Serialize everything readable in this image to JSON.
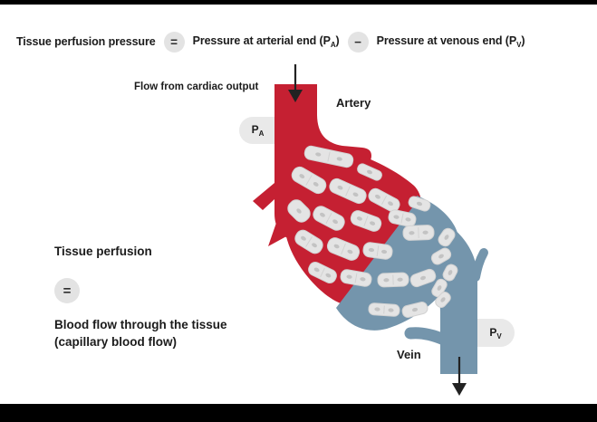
{
  "colors": {
    "artery": "#C52032",
    "vein": "#7495AC",
    "cell_fill": "#E4E4E4",
    "cell_stroke": "#D2D2D2",
    "nucleus": "#C3C3C3",
    "badge": "#E9E9E9",
    "pill": "#E3E3E3",
    "text": "#1B1B1B",
    "bar": "#000000"
  },
  "equation": {
    "lhs": "Tissue perfusion pressure",
    "equals": "=",
    "arterial": {
      "pre": "Pressure at arterial end (P",
      "sub": "A",
      "post": ")"
    },
    "minus": "−",
    "venous": {
      "pre": "Pressure at venous end (P",
      "sub": "V",
      "post": ")"
    }
  },
  "labels": {
    "flow": "Flow from cardiac output",
    "artery": "Artery",
    "vein": "Vein"
  },
  "badges": {
    "arterial": {
      "pre": "P",
      "sub": "A"
    },
    "venous": {
      "pre": "P",
      "sub": "V"
    }
  },
  "definition": {
    "term": "Tissue perfusion",
    "equals": "=",
    "body": "Blood flow through the tissue\n(capillary blood flow)"
  }
}
